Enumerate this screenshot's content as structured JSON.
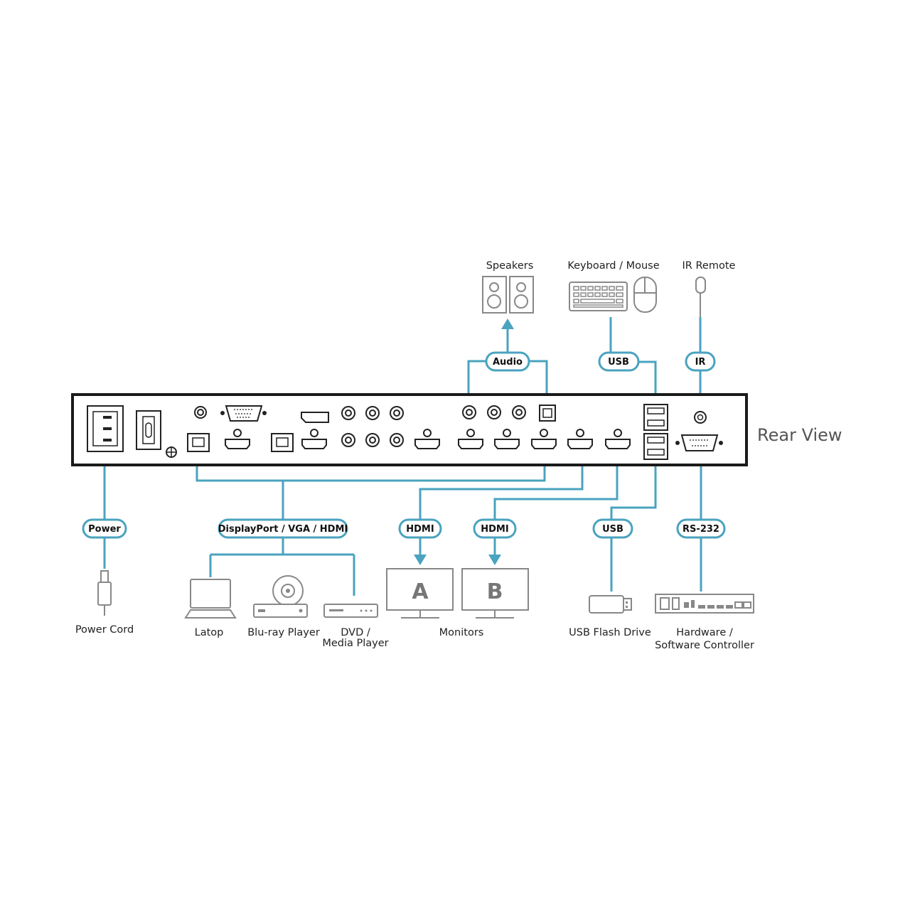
{
  "view_label": "Rear View",
  "connections": {
    "power": "Power",
    "video_in": "DisplayPort / VGA / HDMI",
    "hdmi_a": "HDMI",
    "hdmi_b": "HDMI",
    "usb_out": "USB",
    "rs232": "RS-232",
    "audio": "Audio",
    "usb_in": "USB",
    "ir": "IR"
  },
  "devices": {
    "power_cord": "Power Cord",
    "laptop": "Latop",
    "bluray": "Blu-ray Player",
    "dvd_line1": "DVD /",
    "dvd_line2": "Media Player",
    "monitors": "Monitors",
    "monitor_a": "A",
    "monitor_b": "B",
    "usb_flash": "USB Flash Drive",
    "controller_line1": "Hardware /",
    "controller_line2": "Software Controller",
    "speakers": "Speakers",
    "keyboard_mouse": "Keyboard / Mouse",
    "ir_remote": "IR Remote"
  },
  "colors": {
    "cable": "#4aa3bf",
    "device": "#888888",
    "chassis": "#222222"
  }
}
